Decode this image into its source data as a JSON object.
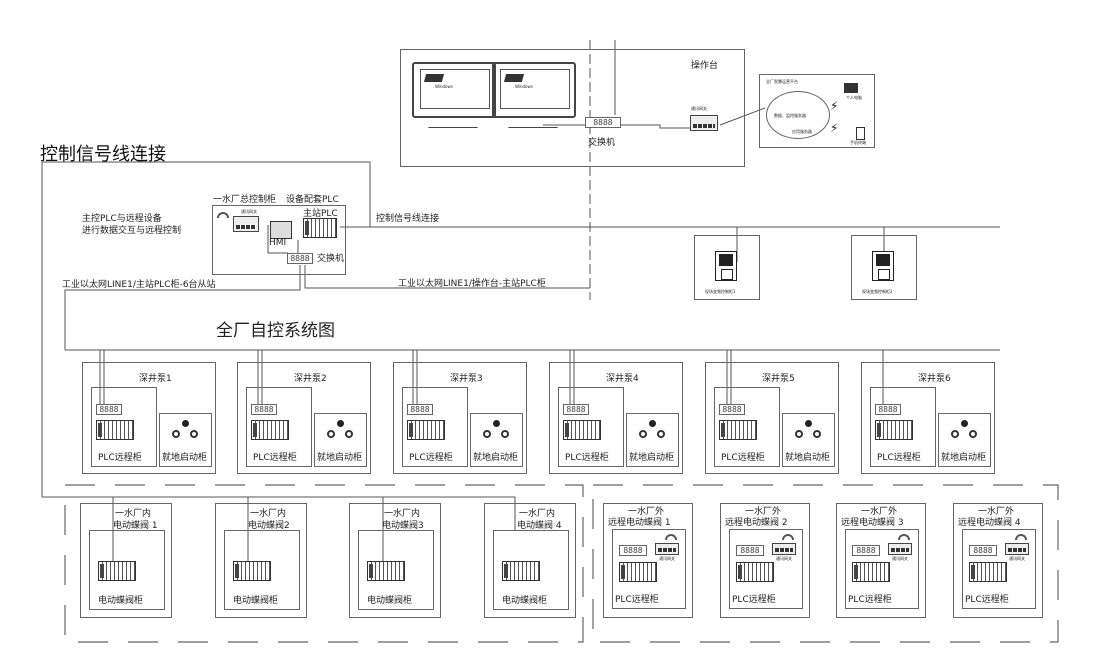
{
  "titles": {
    "control_signal_main": "控制信号线连接",
    "system_diagram": "全厂自控系统图"
  },
  "operator_station": {
    "label": "操作台",
    "switch_label": "交换机",
    "gateway_label": "通讯网关",
    "monitor_logo_text": "Windows"
  },
  "cloud_platform": {
    "label": "全厂智慧运营平台",
    "pc_label": "个人电脑",
    "phone_label": "手机终端",
    "server1_label": "数据、监控服务器",
    "server2_label": "应用服务器"
  },
  "master_cabinet": {
    "label": "一水厂总控制柜",
    "plc_header": "设备配套PLC",
    "master_plc_label": "主站PLC",
    "gateway_label": "通讯网关",
    "hmi_label": "HMI",
    "switch_label": "交换机",
    "annotation_line1": "主控PLC与远程设备",
    "annotation_line2": "进行数据交互与远程控制"
  },
  "links": {
    "control_signal": "控制信号线连接",
    "ethernet_line1": "工业以太网LINE1/主站PLC柜-6台从站",
    "ethernet_line1_ops": "工业以太网LINE1/操作台-主站PLC柜",
    "display_digits": "8888"
  },
  "vfd_cabinets": [
    {
      "label": "现场变频控制柜1"
    },
    {
      "label": "现场变频控制柜2"
    }
  ],
  "deep_well_pumps": [
    {
      "name": "深井泵1",
      "plc_label": "PLC远程柜",
      "local_label": "就地启动柜"
    },
    {
      "name": "深井泵2",
      "plc_label": "PLC远程柜",
      "local_label": "就地启动柜"
    },
    {
      "name": "深井泵3",
      "plc_label": "PLC远程柜",
      "local_label": "就地启动柜"
    },
    {
      "name": "深井泵4",
      "plc_label": "PLC远程柜",
      "local_label": "就地启动柜"
    },
    {
      "name": "深井泵5",
      "plc_label": "PLC远程柜",
      "local_label": "就地启动柜"
    },
    {
      "name": "深井泵6",
      "plc_label": "PLC远程柜",
      "local_label": "就地启动柜"
    }
  ],
  "inner_valves": [
    {
      "line1": "一水厂内",
      "line2": "电动蝶阀 1",
      "cabinet": "电动蝶阀柜"
    },
    {
      "line1": "一水厂内",
      "line2": "电动蝶阀2",
      "cabinet": "电动蝶阀柜"
    },
    {
      "line1": "一水厂内",
      "line2": "电动蝶阀3",
      "cabinet": "电动蝶阀柜"
    },
    {
      "line1": "一水厂内",
      "line2": "电动蝶阀 4",
      "cabinet": "电动蝶阀柜"
    }
  ],
  "outer_valves": [
    {
      "line1": "一水厂外",
      "line2": "远程电动蝶阀 1",
      "cabinet": "PLC远程柜",
      "gateway": "通讯网关"
    },
    {
      "line1": "一水厂外",
      "line2": "远程电动蝶阀 2",
      "cabinet": "PLC远程柜",
      "gateway": "通讯网关"
    },
    {
      "line1": "一水厂外",
      "line2": "远程电动蝶阀 3",
      "cabinet": "PLC远程柜",
      "gateway": "通讯网关"
    },
    {
      "line1": "一水厂外",
      "line2": "远程电动蝶阀 4",
      "cabinet": "PLC远程柜",
      "gateway": "通讯网关"
    }
  ]
}
